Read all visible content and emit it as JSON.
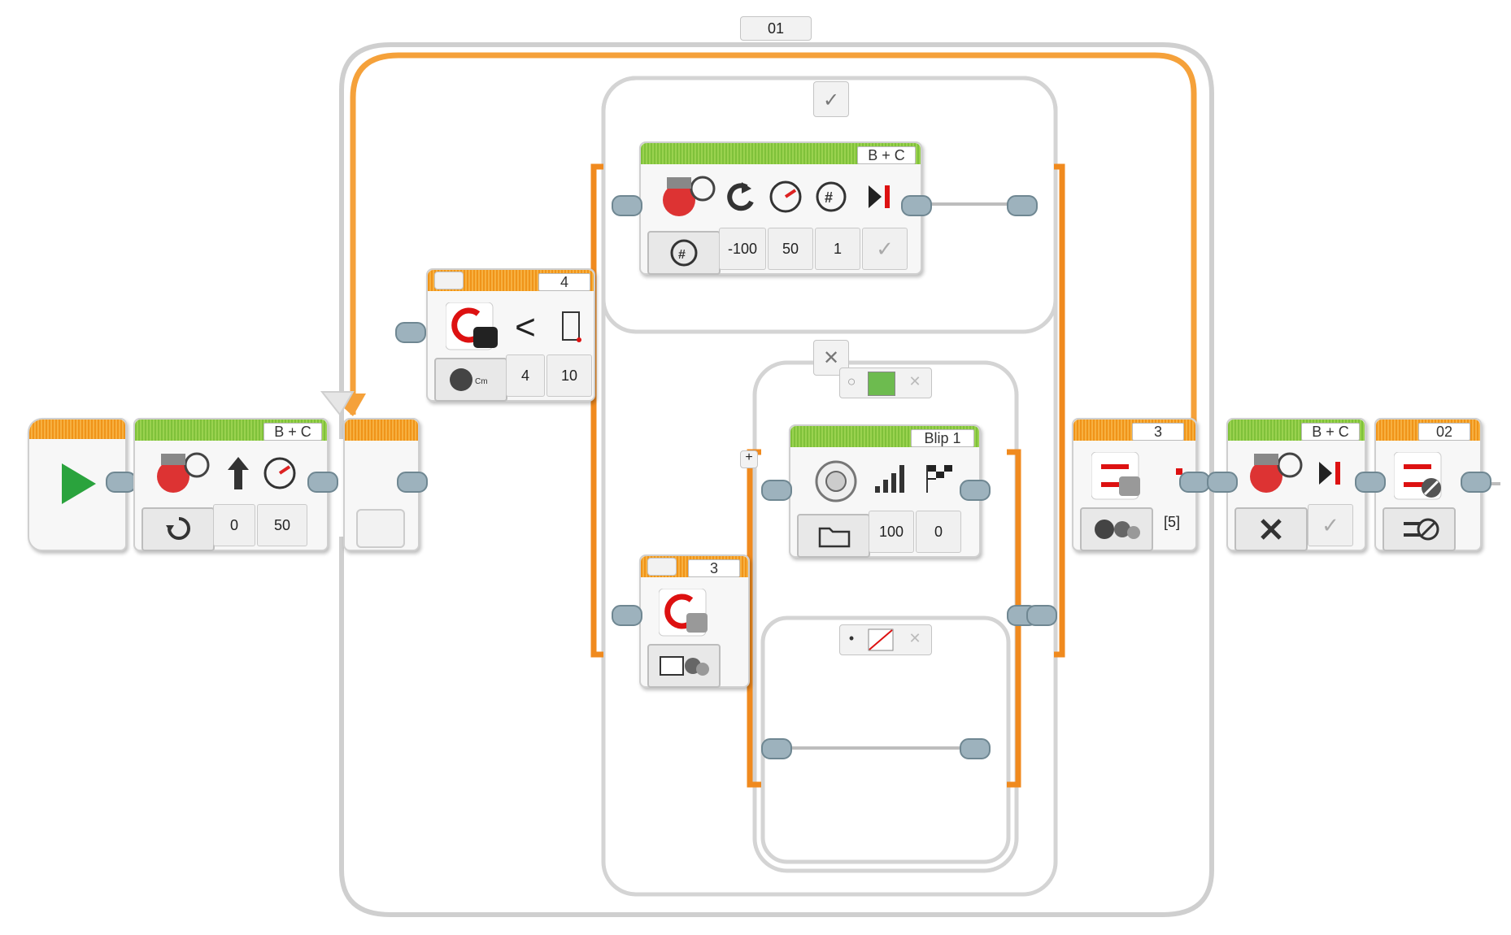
{
  "loop_outer": {
    "label": "01"
  },
  "switch_top": {
    "case_label": "✓"
  },
  "switch_bottom": {
    "case_label": "✕"
  },
  "steering1": {
    "ports": "B + C",
    "steer": "0",
    "power": "50"
  },
  "steering2": {
    "ports": "B + C",
    "steer": "-100",
    "power": "50",
    "rotations": "1",
    "brake": "✓"
  },
  "switch_compare": {
    "port": "4",
    "compare_type": "4",
    "threshold": "10"
  },
  "switch_nested": {
    "port": "3"
  },
  "sound": {
    "file": "Blip 1",
    "volume": "100",
    "play_type": "0"
  },
  "loop_exit_block": {
    "port": "3",
    "value": "[5]"
  },
  "steering_stop": {
    "ports": "B + C",
    "brake": "✓"
  },
  "loop_interrupt": {
    "label": "02"
  },
  "nested_cases": {
    "case1_marker": "○",
    "case2_marker": "•",
    "add_case": "+"
  },
  "colors": {
    "orange": "#f5a13a",
    "gray_wire": "#cfcfcf",
    "green_header": "#8cc63f",
    "orange_header": "#f39c12"
  }
}
